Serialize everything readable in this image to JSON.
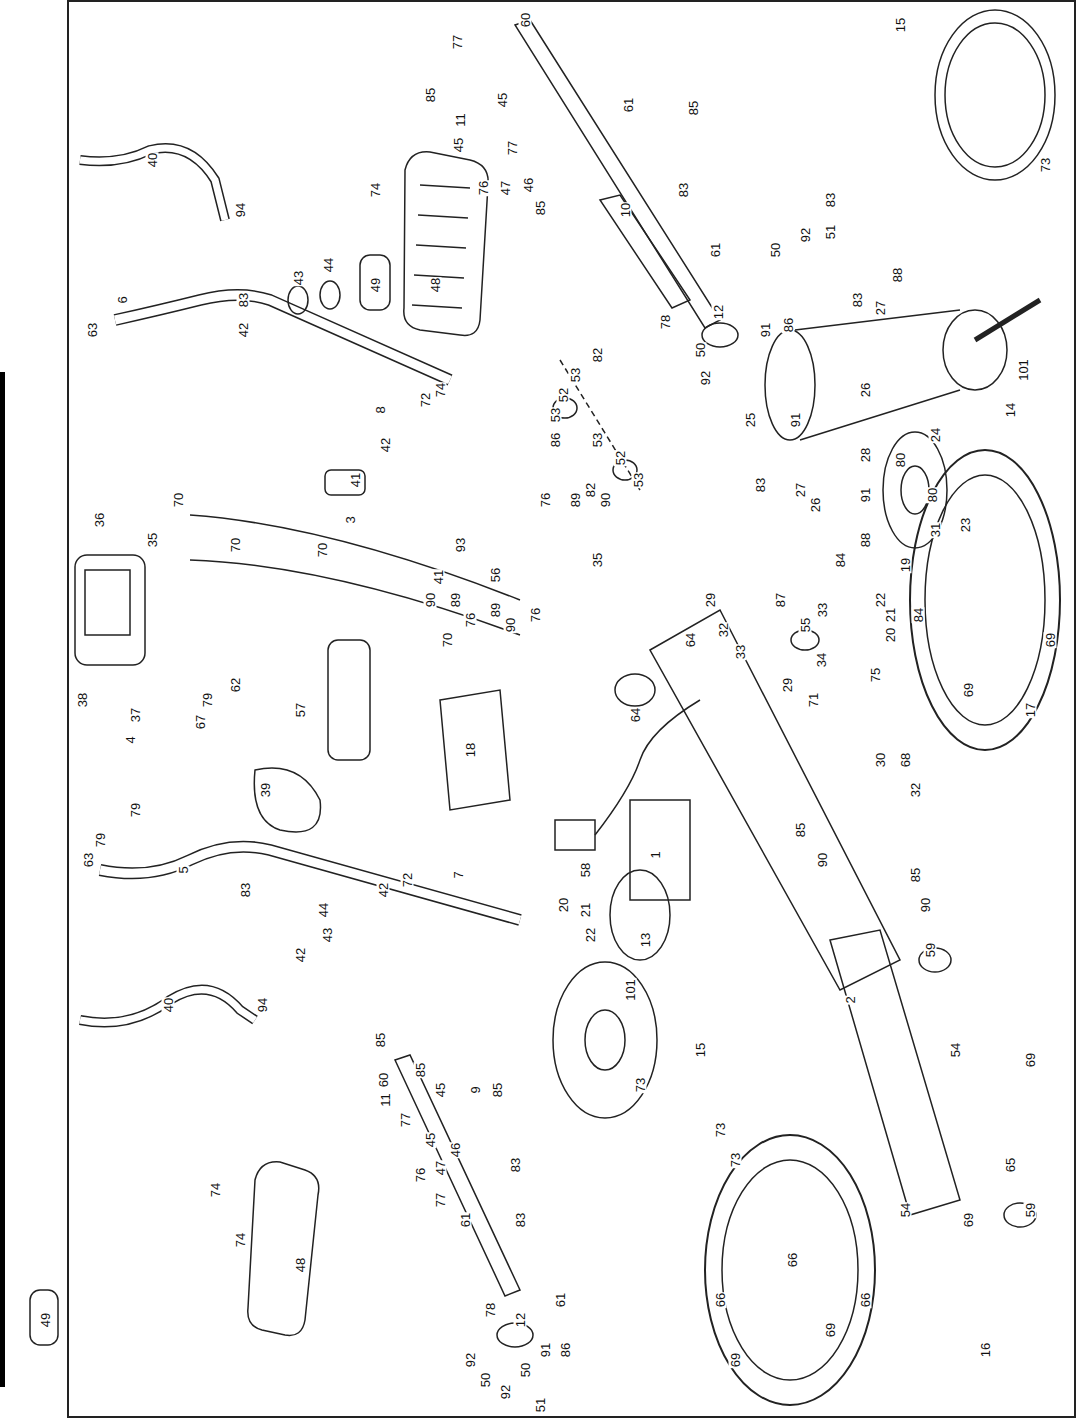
{
  "diagram": {
    "labels": [
      "77",
      "60",
      "85",
      "45",
      "11",
      "77",
      "45",
      "61",
      "85",
      "76",
      "47",
      "46",
      "85",
      "83",
      "10",
      "74",
      "40",
      "94",
      "63",
      "6",
      "83",
      "43",
      "42",
      "44",
      "49",
      "48",
      "74",
      "61",
      "83",
      "51",
      "92",
      "50",
      "78",
      "12",
      "50",
      "92",
      "91",
      "86",
      "8",
      "42",
      "72",
      "82",
      "53",
      "52",
      "53",
      "86",
      "53",
      "52",
      "53",
      "82",
      "36",
      "35",
      "70",
      "70",
      "70",
      "3",
      "41",
      "41",
      "93",
      "76",
      "89",
      "90",
      "35",
      "56",
      "70",
      "90",
      "89",
      "76",
      "89",
      "90",
      "76",
      "15",
      "73",
      "83",
      "27",
      "88",
      "26",
      "101",
      "14",
      "24",
      "91",
      "25",
      "83",
      "27",
      "26",
      "91",
      "28",
      "80",
      "80",
      "88",
      "23",
      "31",
      "84",
      "19",
      "84",
      "22",
      "21",
      "20",
      "29",
      "32",
      "33",
      "64",
      "87",
      "55",
      "29",
      "33",
      "34",
      "71",
      "75",
      "17",
      "69",
      "69",
      "38",
      "37",
      "4",
      "79",
      "62",
      "67",
      "79",
      "39",
      "57",
      "18",
      "58",
      "1",
      "30",
      "68",
      "32",
      "85",
      "90",
      "85",
      "90",
      "63",
      "79",
      "5",
      "83",
      "42",
      "72",
      "7",
      "40",
      "94",
      "44",
      "43",
      "42",
      "20",
      "21",
      "22",
      "13",
      "101",
      "60",
      "9",
      "85",
      "11",
      "77",
      "45",
      "45",
      "85",
      "76",
      "47",
      "46",
      "77",
      "85",
      "61",
      "83",
      "83",
      "74",
      "74",
      "48",
      "49",
      "61",
      "15",
      "73",
      "73",
      "73",
      "59",
      "54",
      "69",
      "2",
      "65",
      "59",
      "54",
      "69",
      "66",
      "66",
      "66",
      "69",
      "69",
      "16",
      "92",
      "50",
      "12",
      "78",
      "91",
      "86",
      "51",
      "92",
      "50",
      "64"
    ]
  }
}
